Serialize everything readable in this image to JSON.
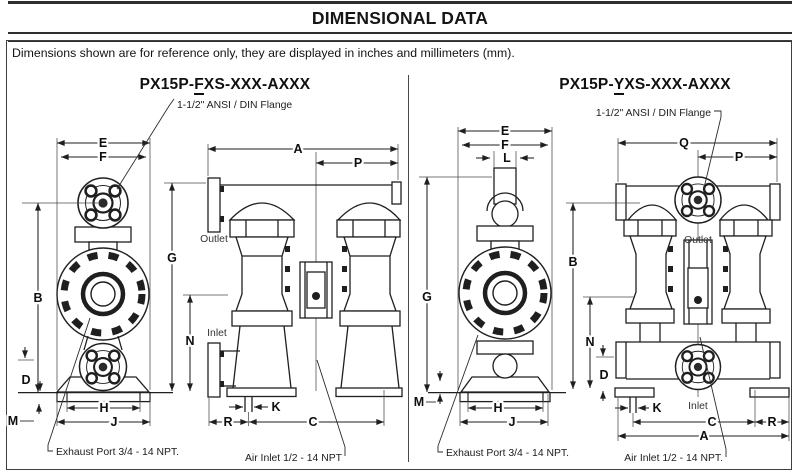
{
  "header": {
    "title": "DIMENSIONAL DATA"
  },
  "note": "Dimensions shown are for reference only, they are displayed in inches and millimeters (mm).",
  "left": {
    "model": {
      "prefix": "PX15P-",
      "variant": "F",
      "suffix": "XS-XXX-AXXX"
    },
    "callouts": {
      "flange": "1-1/2\" ANSI / DIN Flange",
      "exhaust": "Exhaust Port 3/4 - 14 NPT.",
      "air_inlet": "Air Inlet 1/2 - 14 NPT"
    },
    "ports": {
      "outlet": "Outlet",
      "inlet": "Inlet"
    },
    "dims": {
      "A": "A",
      "B": "B",
      "C": "C",
      "D": "D",
      "E": "E",
      "F": "F",
      "G": "G",
      "H": "H",
      "J": "J",
      "K": "K",
      "M": "M",
      "N": "N",
      "P": "P",
      "R": "R"
    }
  },
  "right": {
    "model": {
      "prefix": "PX15P-",
      "variant": "Y",
      "suffix": "XS-XXX-AXXX"
    },
    "callouts": {
      "flange": "1-1/2\" ANSI / DIN Flange",
      "exhaust": "Exhaust Port 3/4 - 14 NPT.",
      "air_inlet": "Air Inlet 1/2 - 14 NPT."
    },
    "ports": {
      "outlet": "Outlet",
      "inlet": "Inlet"
    },
    "dims": {
      "A": "A",
      "B": "B",
      "C": "C",
      "D": "D",
      "E": "E",
      "F": "F",
      "G": "G",
      "H": "H",
      "J": "J",
      "K": "K",
      "L": "L",
      "M": "M",
      "N": "N",
      "P": "P",
      "Q": "Q",
      "R": "R"
    }
  }
}
